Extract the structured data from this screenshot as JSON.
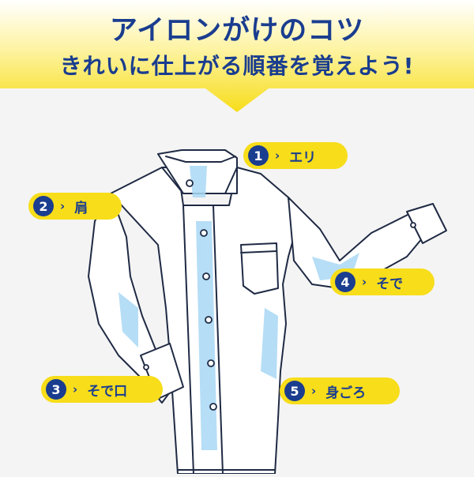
{
  "header": {
    "title": "アイロンがけのコツ",
    "subtitle": "きれいに仕上がる順番を覚えよう!"
  },
  "labels": [
    {
      "number": "1",
      "text": "エリ"
    },
    {
      "number": "2",
      "text": "肩"
    },
    {
      "number": "3",
      "text": "そで口"
    },
    {
      "number": "4",
      "text": "そで"
    },
    {
      "number": "5",
      "text": "身ごろ"
    }
  ],
  "colors": {
    "accent_yellow": "#f7dd1a",
    "navy": "#1a3d8f",
    "light_blue": "#a9d8f5",
    "background": "#f4f4f4"
  },
  "icons": {
    "chevron": "chevron-right-icon"
  }
}
